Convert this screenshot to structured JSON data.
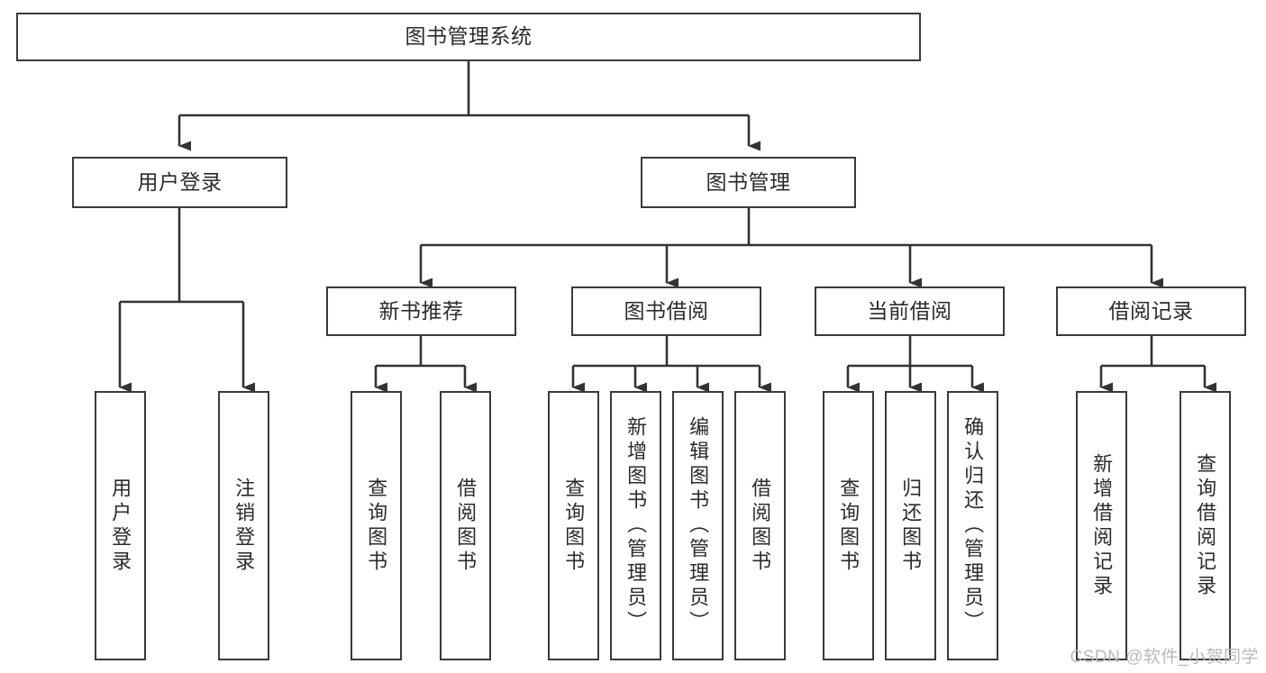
{
  "diagram": {
    "title": "图书管理系统",
    "type": "tree-hierarchy-diagram",
    "root": {
      "id": "root",
      "label": "图书管理系统"
    },
    "level1": [
      {
        "id": "user-login",
        "label": "用户登录"
      },
      {
        "id": "book-manage",
        "label": "图书管理"
      }
    ],
    "level2": [
      {
        "id": "new-book-rec",
        "label": "新书推荐",
        "parent": "book-manage"
      },
      {
        "id": "book-borrow",
        "label": "图书借阅",
        "parent": "book-manage"
      },
      {
        "id": "current-borrow",
        "label": "当前借阅",
        "parent": "book-manage"
      },
      {
        "id": "borrow-record",
        "label": "借阅记录",
        "parent": "book-manage"
      }
    ],
    "leaves": [
      {
        "id": "leaf-user-login",
        "label": "用户登录",
        "parent": "user-login"
      },
      {
        "id": "leaf-logout-login",
        "label": "注销登录",
        "parent": "user-login"
      },
      {
        "id": "leaf-query-book-1",
        "label": "查询图书",
        "parent": "new-book-rec"
      },
      {
        "id": "leaf-borrow-book-1",
        "label": "借阅图书",
        "parent": "new-book-rec"
      },
      {
        "id": "leaf-query-book-2",
        "label": "查询图书",
        "parent": "book-borrow"
      },
      {
        "id": "leaf-add-book",
        "label": "新增图书（管理员）",
        "parent": "book-borrow"
      },
      {
        "id": "leaf-edit-book",
        "label": "编辑图书（管理员）",
        "parent": "book-borrow"
      },
      {
        "id": "leaf-borrow-book-2",
        "label": "借阅图书",
        "parent": "book-borrow"
      },
      {
        "id": "leaf-query-book-3",
        "label": "查询图书",
        "parent": "current-borrow"
      },
      {
        "id": "leaf-return-book",
        "label": "归还图书",
        "parent": "current-borrow"
      },
      {
        "id": "leaf-confirm-return",
        "label": "确认归还（管理员）",
        "parent": "current-borrow"
      },
      {
        "id": "leaf-add-record",
        "label": "新增借阅记录",
        "parent": "borrow-record"
      },
      {
        "id": "leaf-query-record",
        "label": "查询借阅记录",
        "parent": "borrow-record"
      }
    ],
    "colors": {
      "box_border": "#3a3a3a",
      "box_fill": "#ffffff",
      "text": "#2b2b2b",
      "edge": "#333333",
      "watermark": "#b9b9b9",
      "canvas": "#ffffff"
    }
  },
  "watermark": {
    "text": "CSDN @软件_小贺同学"
  }
}
